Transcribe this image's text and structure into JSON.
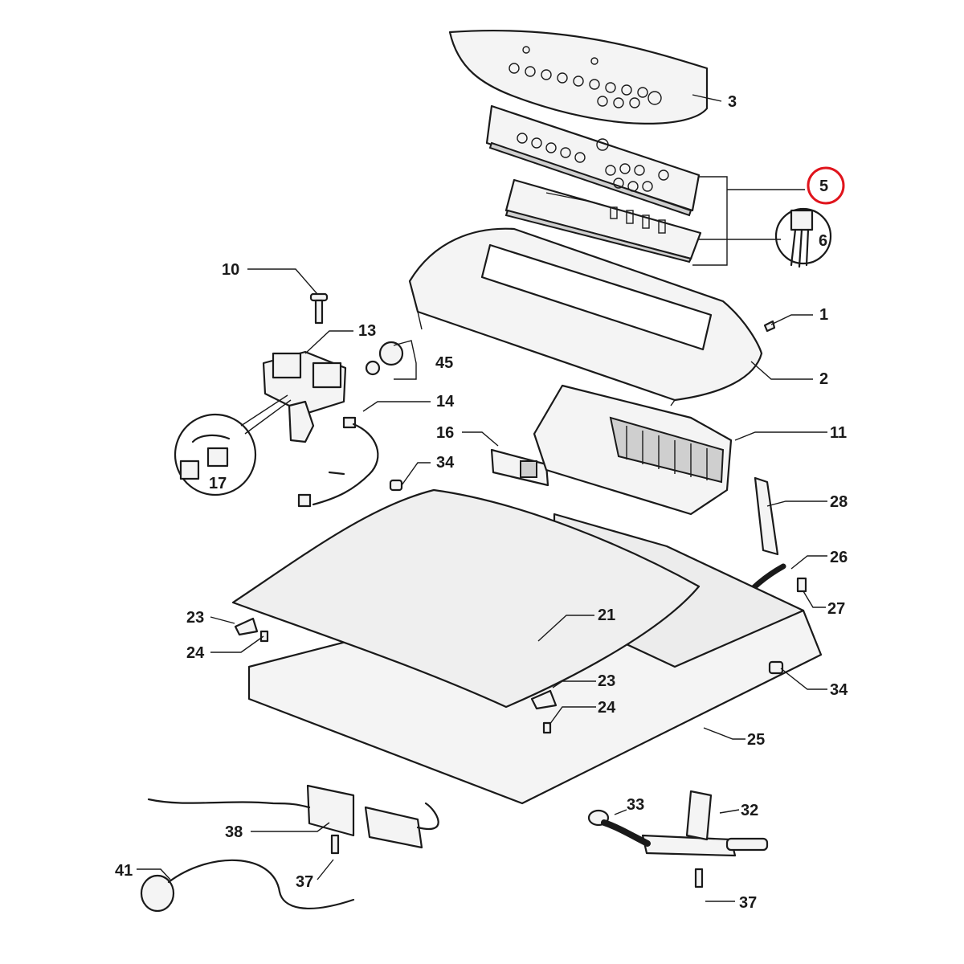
{
  "highlight_color": "#e0141c",
  "callouts": {
    "c1": "1",
    "c2": "2",
    "c3": "3",
    "c5": "5",
    "c6": "6",
    "c10": "10",
    "c11": "11",
    "c13": "13",
    "c14": "14",
    "c16": "16",
    "c17": "17",
    "c21": "21",
    "c23a": "23",
    "c23b": "23",
    "c24a": "24",
    "c24b": "24",
    "c25": "25",
    "c26": "26",
    "c27": "27",
    "c28": "28",
    "c32": "32",
    "c33": "33",
    "c34a": "34",
    "c34b": "34",
    "c37a": "37",
    "c37b": "37",
    "c38": "38",
    "c41": "41",
    "c45": "45"
  },
  "highlighted_callout": "5"
}
